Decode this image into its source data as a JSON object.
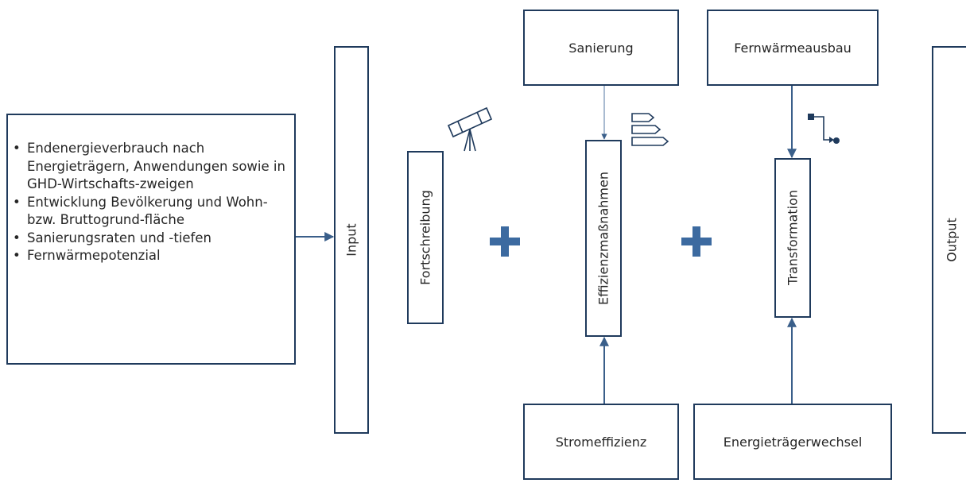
{
  "input_bullets": [
    "Endenergieverbrauch nach Energieträgern, Anwendungen sowie in GHD-Wirtschafts-zweigen",
    "Entwicklung Bevölkerung und Wohn- bzw. Bruttogrund-fläche",
    "Sanierungsraten und -tiefen",
    "Fernwärmepotenzial"
  ],
  "labels": {
    "input": "Input",
    "output": "Output",
    "fortschreibung": "Fortschreibung",
    "effizienz": "Effizienzmaßnahmen",
    "transformation": "Transformation",
    "sanierung": "Sanierung",
    "fernwaerme": "Fernwärmeausbau",
    "strom": "Stromeffizienz",
    "energietraeger": "Energieträgerwechsel"
  },
  "icons": [
    "telescope-icon",
    "efficiency-label-icon",
    "process-flow-icon",
    "plus-icon"
  ],
  "colors": {
    "border": "#1f3a5c",
    "arrow": "#3a5f8a",
    "plus": "#3c6aa0",
    "text": "#262626"
  }
}
